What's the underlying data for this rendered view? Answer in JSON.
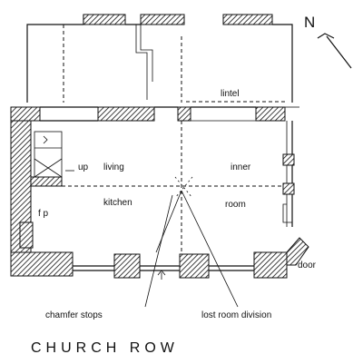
{
  "north": "N",
  "title": "CHURCH ROW",
  "labels": {
    "lintel": "lintel",
    "up": "up",
    "living": "living",
    "kitchen": "kitchen",
    "inner": "inner",
    "room": "room",
    "fp": "f p",
    "door": "door",
    "chamfer_stops": "chamfer stops",
    "lost_room_division": "lost room division"
  }
}
